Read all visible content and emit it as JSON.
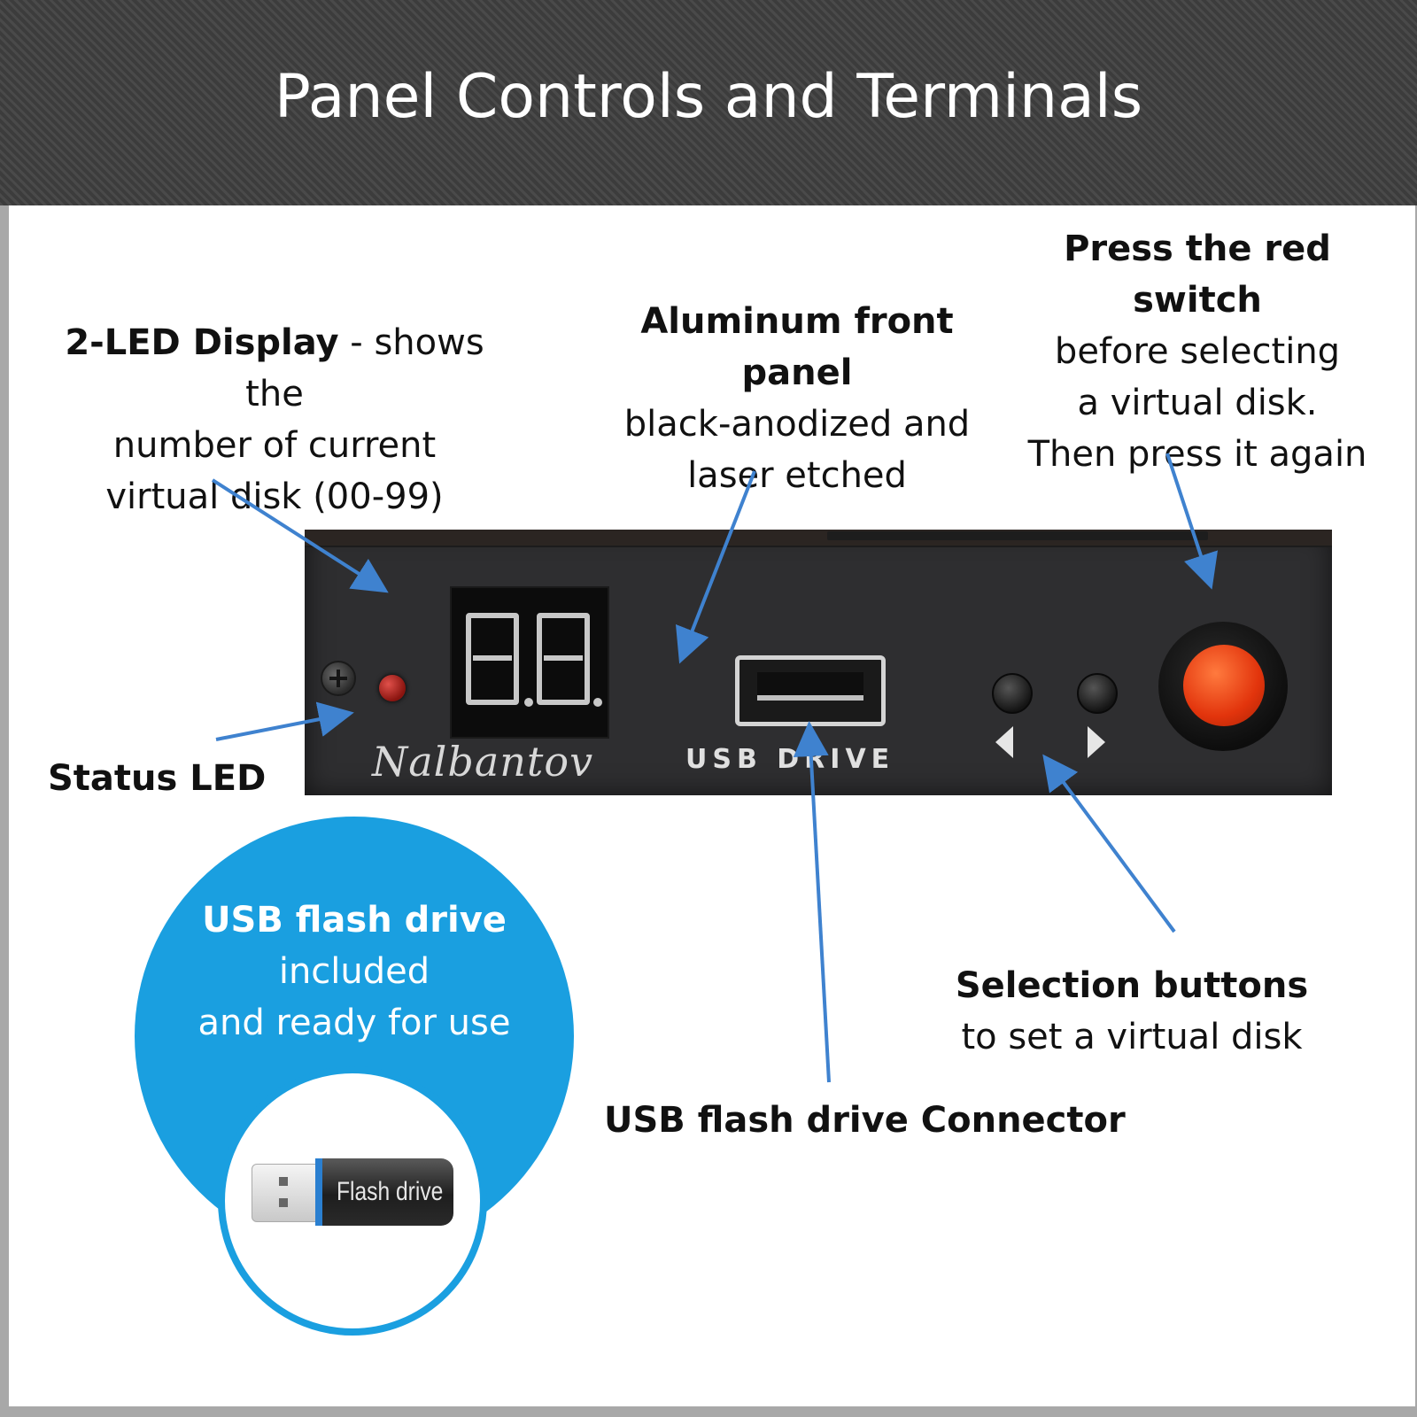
{
  "header": {
    "title": "Panel Controls and Terminals"
  },
  "labels": {
    "led_display": {
      "bold": "2-LED Display",
      "rest_line1": " - shows the",
      "line2": "number of current",
      "line3": "virtual disk (00-99)"
    },
    "front_panel": {
      "bold": "Aluminum front panel",
      "line2": "black-anodized and",
      "line3": "laser etched"
    },
    "red_switch": {
      "bold": "Press the red switch",
      "line2": "before selecting",
      "line3": "a virtual disk.",
      "line4": "Then press it again"
    },
    "status_led": {
      "bold": "Status LED"
    },
    "selection": {
      "bold": "Selection buttons",
      "line2": "to set a virtual disk"
    },
    "usb_connector": {
      "bold": "USB flash drive Connector"
    }
  },
  "device": {
    "brand": "Nalbantov",
    "usb_label": "USB DRIVE"
  },
  "bubble": {
    "bold": "USB flash drive",
    "line2": "included",
    "line3": "and ready for use",
    "flash_label": "Flash drive"
  },
  "colors": {
    "arrow": "#3f82cf",
    "bubble": "#1a9fe0",
    "header_bg": "#3c3c3c",
    "red_switch": "#e2340c"
  },
  "icons": [
    "screw-icon",
    "status-led-icon",
    "seven-segment-display",
    "usb-port-icon",
    "left-arrow-icon",
    "right-arrow-icon",
    "red-switch-icon",
    "flash-drive-icon"
  ]
}
